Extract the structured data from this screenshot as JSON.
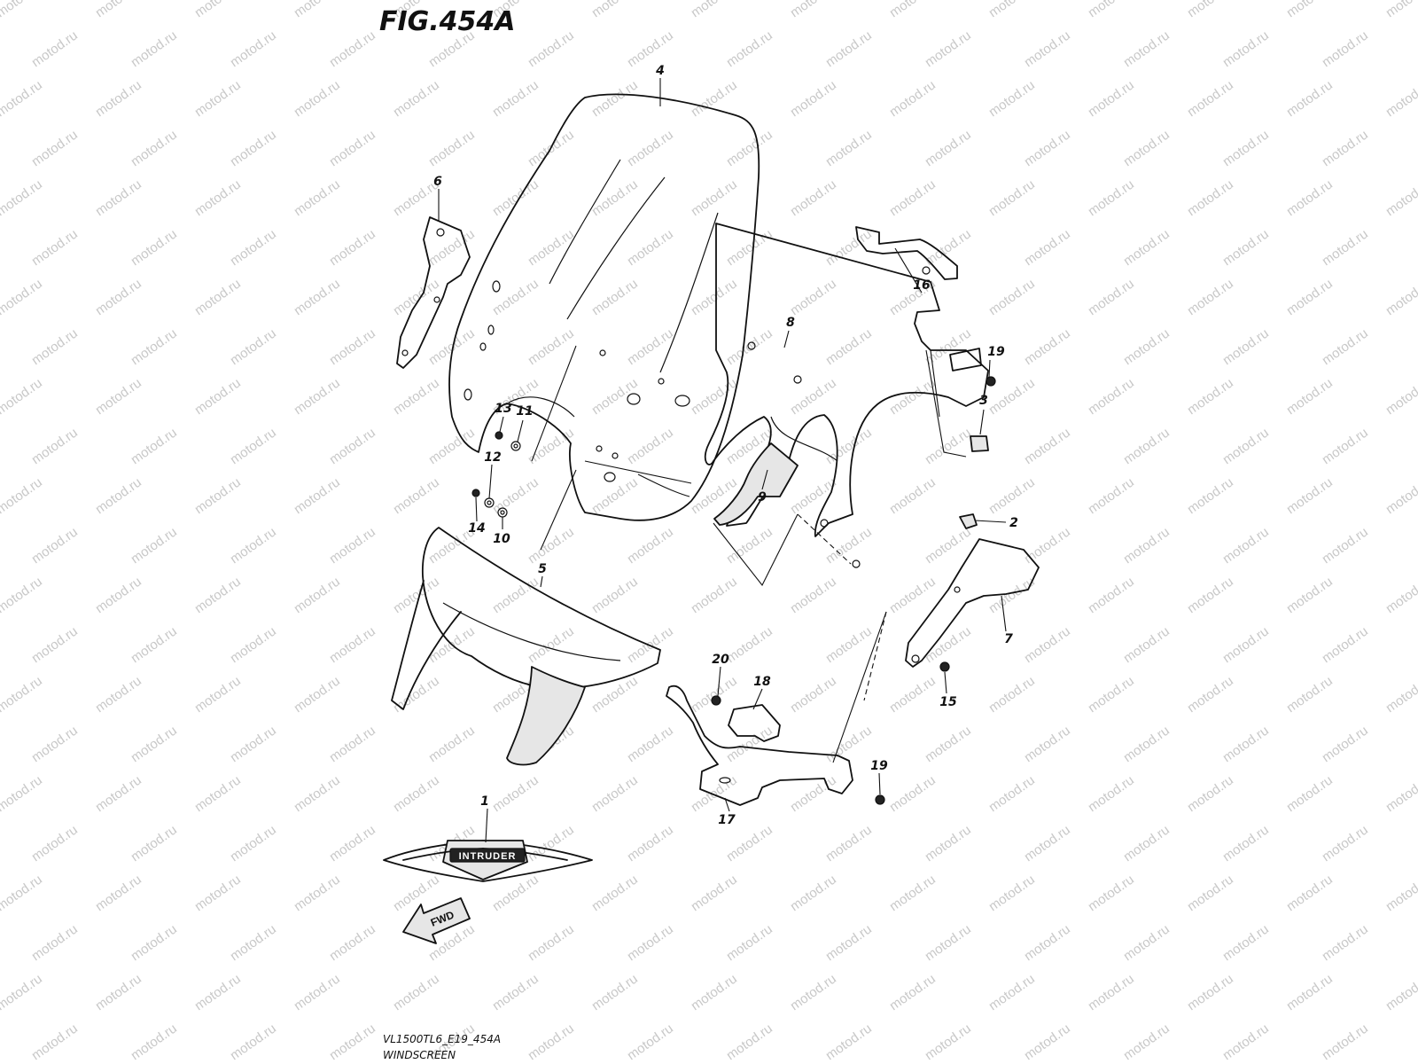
{
  "diagram": {
    "figure_title": "FIG.454A",
    "model_code": "VL1500TL6_E19_454A",
    "section_name": "WINDSCREEN",
    "watermark_text": "motod.ru",
    "emblem_text": "INTRUDER",
    "direction_label": "FWD",
    "callouts": [
      {
        "id": "c1",
        "label": "1",
        "part": "emblem"
      },
      {
        "id": "c2",
        "label": "2",
        "part": "cushion"
      },
      {
        "id": "c3",
        "label": "3",
        "part": "cushion"
      },
      {
        "id": "c4",
        "label": "4",
        "part": "windscreen"
      },
      {
        "id": "c5",
        "label": "5",
        "part": "lower-cowl"
      },
      {
        "id": "c6",
        "label": "6",
        "part": "bracket-left"
      },
      {
        "id": "c7",
        "label": "7",
        "part": "bracket-right"
      },
      {
        "id": "c8",
        "label": "8",
        "part": "inner-panel"
      },
      {
        "id": "c9",
        "label": "9",
        "part": "plate"
      },
      {
        "id": "c10",
        "label": "10",
        "part": "washer"
      },
      {
        "id": "c11",
        "label": "11",
        "part": "washer"
      },
      {
        "id": "c12",
        "label": "12",
        "part": "washer"
      },
      {
        "id": "c13",
        "label": "13",
        "part": "screw"
      },
      {
        "id": "c14",
        "label": "14",
        "part": "screw"
      },
      {
        "id": "c15",
        "label": "15",
        "part": "bolt"
      },
      {
        "id": "c16",
        "label": "16",
        "part": "stay-upper"
      },
      {
        "id": "c17",
        "label": "17",
        "part": "stay-lower"
      },
      {
        "id": "c18",
        "label": "18",
        "part": "clamp"
      },
      {
        "id": "c19a",
        "label": "19",
        "part": "bolt"
      },
      {
        "id": "c19b",
        "label": "19",
        "part": "bolt"
      },
      {
        "id": "c20",
        "label": "20",
        "part": "bolt"
      }
    ]
  }
}
